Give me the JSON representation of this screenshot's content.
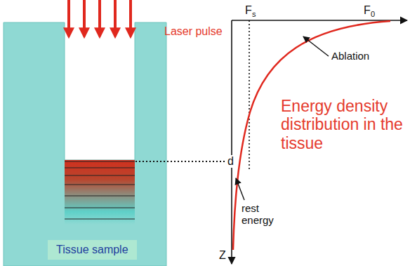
{
  "diagram": {
    "nodes": [
      {
        "text": [
          "Tissue sample"
        ]
      }
    ],
    "labels": [
      "Laser pulse",
      "F",
      "s",
      "F",
      "0",
      "Ablation",
      "Energy density distribution in the tissue",
      "d",
      "rest energy",
      "Z"
    ]
  }
}
